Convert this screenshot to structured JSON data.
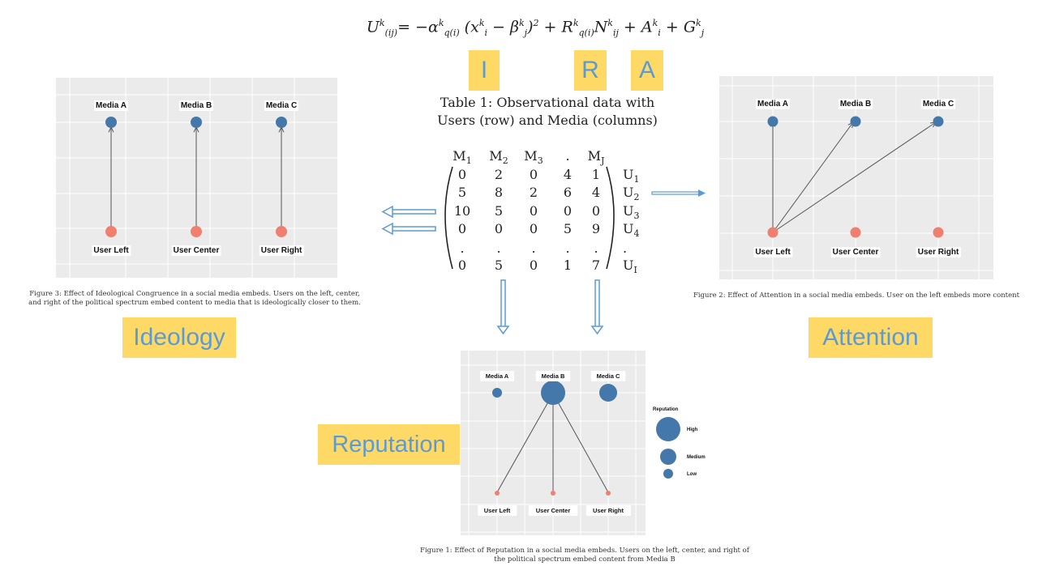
{
  "equation": {
    "lhs": "U",
    "lhs_sup": "k",
    "lhs_sub": "(ij)",
    "term1": "= −α",
    "term1_sup": "k",
    "term1_sub": "q(i)",
    "paren_open": " (x",
    "x_sup": "k",
    "x_sub": "i",
    "minus_beta": " − β",
    "beta_sup": "k",
    "beta_sub": "j",
    "paren_close": ")",
    "square": "2",
    "plus_r": " + R",
    "r_sup": "k",
    "r_sub": "q(i)",
    "n": "N",
    "n_sup": "k",
    "n_sub": "ij",
    "plus_a": " + A",
    "a_sup": "k",
    "a_sub": "i",
    "plus_g": " + G",
    "g_sup": "k",
    "g_sub": "j"
  },
  "tags": {
    "i": "I",
    "r": "R",
    "a": "A"
  },
  "section_labels": {
    "ideology": "Ideology",
    "attention": "Attention",
    "reputation": "Reputation"
  },
  "table_caption": {
    "line1": "Table 1: Observational data with",
    "line2": "Users (row) and Media (columns)"
  },
  "matrix": {
    "col_headers": [
      "M",
      "M",
      "M",
      ".",
      "M"
    ],
    "col_subs": [
      "1",
      "2",
      "3",
      "",
      "J"
    ],
    "row_labels": [
      "U",
      "U",
      "U",
      "U",
      ".",
      "U"
    ],
    "row_subs": [
      "1",
      "2",
      "3",
      "4",
      "",
      "I"
    ],
    "rows": [
      [
        "0",
        "2",
        "0",
        "4",
        "1"
      ],
      [
        "5",
        "8",
        "2",
        "6",
        "4"
      ],
      [
        "10",
        "5",
        "0",
        "0",
        "0"
      ],
      [
        "0",
        "0",
        "0",
        "5",
        "9"
      ],
      [
        ".",
        ".",
        ".",
        ".",
        "."
      ],
      [
        "0",
        "5",
        "0",
        "1",
        "7"
      ]
    ]
  },
  "panel_ideology": {
    "media": [
      "Media A",
      "Media B",
      "Media C"
    ],
    "users": [
      "User Left",
      "User Center",
      "User Right"
    ]
  },
  "panel_attention": {
    "media": [
      "Media A",
      "Media B",
      "Media C"
    ],
    "users": [
      "User Left",
      "User Center",
      "User Right"
    ]
  },
  "panel_reputation": {
    "media": [
      "Media A",
      "Media B",
      "Media C"
    ],
    "users": [
      "User Left",
      "User Center",
      "User Right"
    ],
    "legend_title": "Reputation",
    "legend_items": [
      "High",
      "Medium",
      "Low"
    ]
  },
  "captions": {
    "fig3_line1": "Figure 3: Effect of Ideological Congruence in a social media embeds. Users on the left, center,",
    "fig3_line2": "and right of the political spectrum embed content to media that is ideologically closer to them.",
    "fig2": "Figure 2: Effect of Attention in a social media embeds. User on the left embeds more content",
    "fig1_line1": "Figure 1: Effect of Reputation in a social media embeds. Users on the left, center, and right of",
    "fig1_line2": "the political spectrum embed content from Media B"
  },
  "colors": {
    "media_node": "#4477aa",
    "user_node": "#f07f6f",
    "panel_bg": "#ebebeb",
    "arrow": "#5b9bd5",
    "tag_bg": "#ffd966",
    "tag_text": "#5b9bd5"
  }
}
